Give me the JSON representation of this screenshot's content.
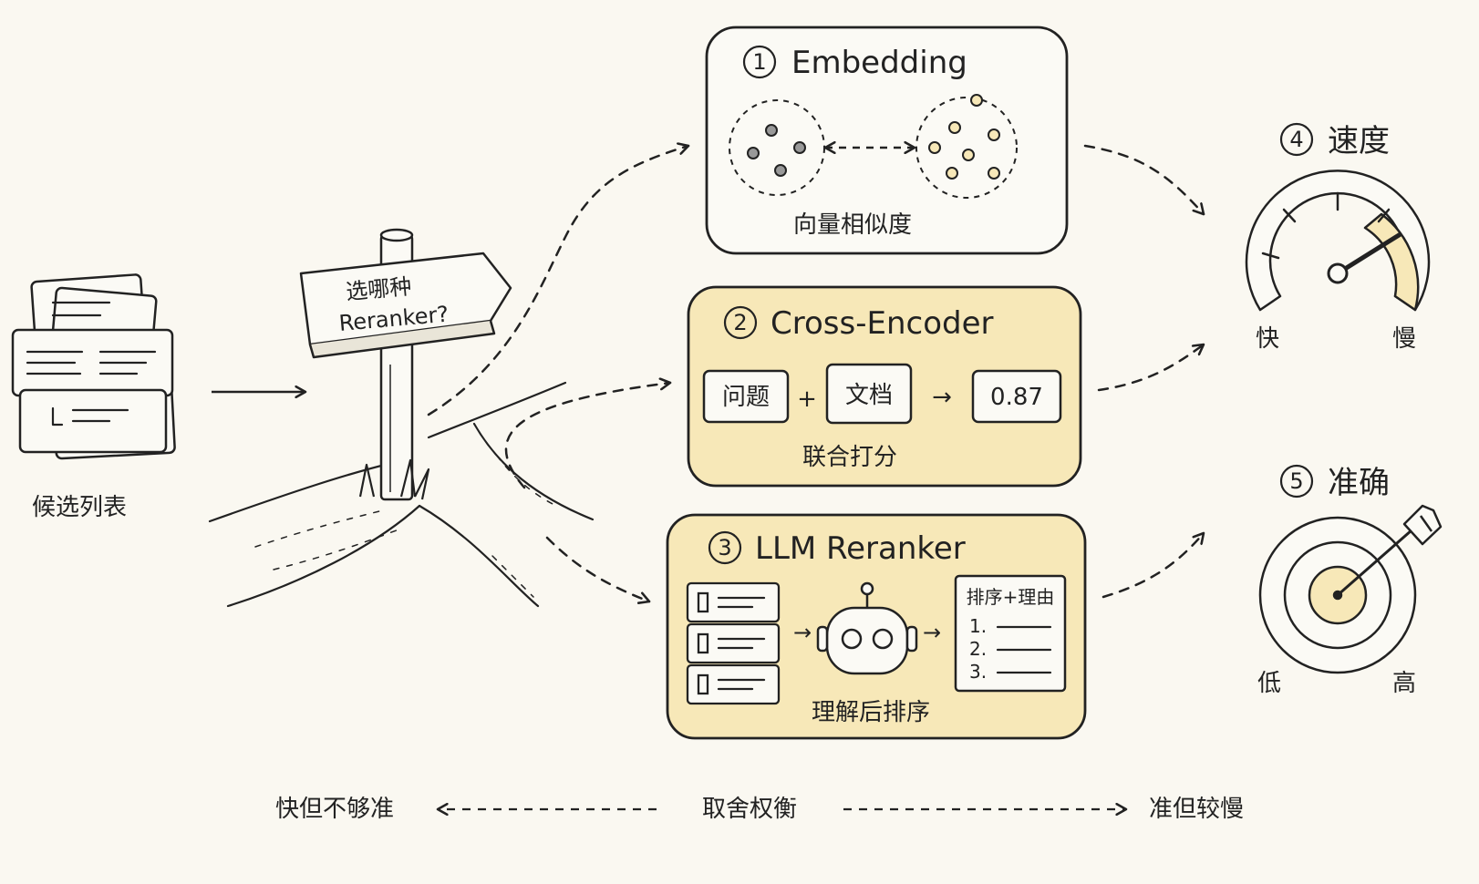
{
  "input": {
    "label": "候选列表"
  },
  "signpost": {
    "line1": "选哪种",
    "line2": "Reranker?"
  },
  "embedding": {
    "title": "Embedding",
    "number": "1",
    "caption": "向量相似度"
  },
  "cross_encoder": {
    "title": "Cross-Encoder",
    "number": "2",
    "query_label": "问题",
    "plus": "+",
    "doc_label": "文档",
    "arrow": "→",
    "score": "0.87",
    "caption": "联合打分"
  },
  "llm_reranker": {
    "title": "LLM Reranker",
    "number": "3",
    "arrow": "→",
    "output_title": "排序+理由",
    "output_items": [
      "1.",
      "2.",
      "3."
    ],
    "caption": "理解后排序"
  },
  "speed": {
    "number": "4",
    "title": "速度",
    "low": "快",
    "high": "慢",
    "level": 0.85
  },
  "accuracy": {
    "number": "5",
    "title": "准确",
    "low": "低",
    "high": "高"
  },
  "tradeoff": {
    "left": "快但不够准",
    "center": "取舍权衡",
    "right": "准但较慢"
  },
  "colors": {
    "accent": "#f7e8b8",
    "stroke": "#222222",
    "background": "#faf8f1"
  }
}
